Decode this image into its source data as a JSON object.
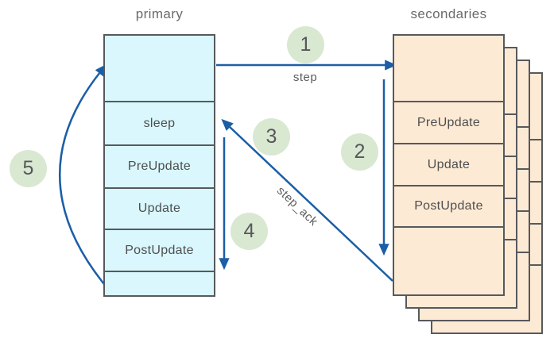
{
  "titles": {
    "primary": "primary",
    "secondaries": "secondaries"
  },
  "primary_box": {
    "rows": [
      "",
      "sleep",
      "PreUpdate",
      "Update",
      "PostUpdate",
      ""
    ]
  },
  "secondaries_box": {
    "rows": [
      "",
      "PreUpdate",
      "Update",
      "PostUpdate",
      ""
    ],
    "stack_copies": 4
  },
  "edges": {
    "step_label": "step",
    "step_ack_label": "step_ack"
  },
  "steps": {
    "s1": "1",
    "s2": "2",
    "s3": "3",
    "s4": "4",
    "s5": "5"
  },
  "colors": {
    "arrow_blue": "#1b5ea6",
    "primary_fill": "#d9f7fd",
    "secondaries_fill": "#fcead5",
    "step_circle_fill": "#d9e8d1",
    "box_border": "#57595c",
    "label_text": "#5d5d5d"
  }
}
